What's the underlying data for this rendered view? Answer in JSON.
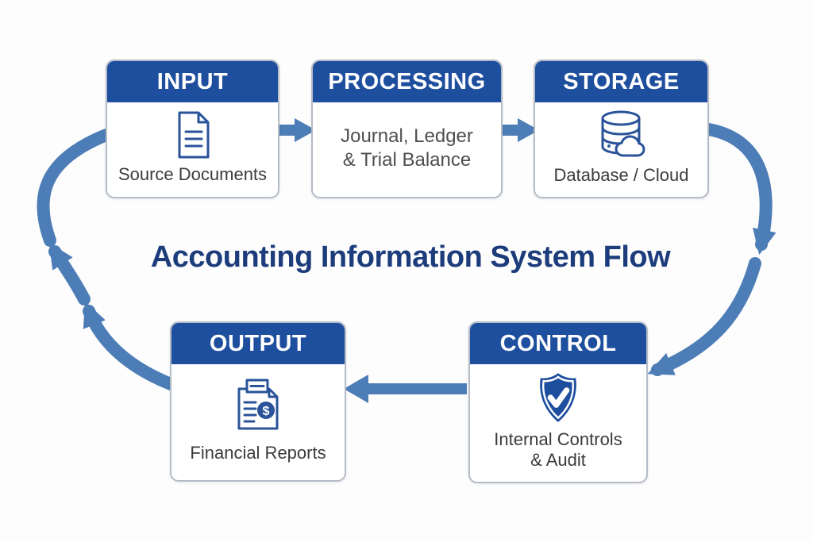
{
  "page": {
    "title": "Accounting Information System Flow"
  },
  "colors": {
    "header_blue": "#1e4e9e",
    "title_navy": "#1c3c7c",
    "arrow_blue": "#4d7db6",
    "icon_blue": "#2a5399",
    "body_text": "#3b3b3b",
    "box_border": "#b5bcc6",
    "background": "#fdfdfd"
  },
  "nodes": {
    "input": {
      "label": "INPUT",
      "desc": "Source Documents",
      "icon": "document-icon"
    },
    "processing": {
      "label": "PROCESSING",
      "desc_line1": "Journal, Ledger",
      "desc_line2": "& Trial Balance",
      "icon": null
    },
    "storage": {
      "label": "STORAGE",
      "desc": "Database / Cloud",
      "icon": "database-cloud-icon"
    },
    "output": {
      "label": "OUTPUT",
      "desc": "Financial Reports",
      "icon": "financial-report-icon"
    },
    "control": {
      "label": "CONTROL",
      "desc_line1": "Internal Controls",
      "desc_line2": "& Audit",
      "icon": "shield-check-icon"
    }
  },
  "edges": [
    {
      "from": "INPUT",
      "to": "PROCESSING"
    },
    {
      "from": "PROCESSING",
      "to": "STORAGE"
    },
    {
      "from": "STORAGE",
      "to": "CONTROL"
    },
    {
      "from": "CONTROL",
      "to": "OUTPUT"
    },
    {
      "from": "OUTPUT",
      "to": "INPUT"
    }
  ]
}
